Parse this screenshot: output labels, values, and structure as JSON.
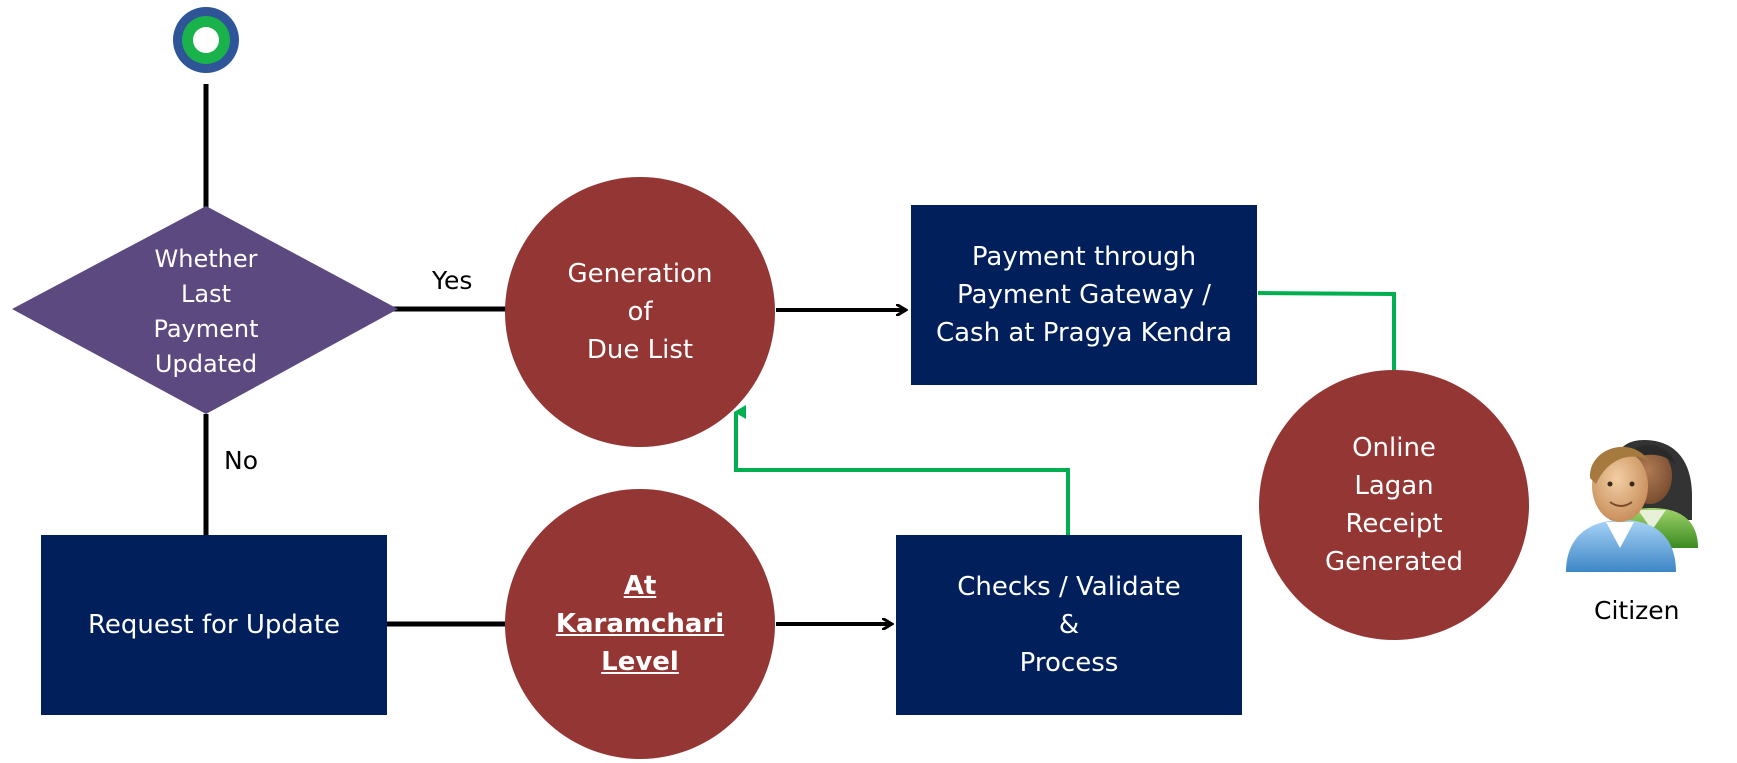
{
  "colors": {
    "decision": "#5c497f",
    "circle": "#943634",
    "box": "#001f5b",
    "connector": "#000000",
    "feedback": "#00b050",
    "start_outer": "#2e5597",
    "start_ring": "#19b24b"
  },
  "decision": {
    "label": "Whether\nLast\nPayment\nUpdated"
  },
  "edge_labels": {
    "yes": "Yes",
    "no": "No"
  },
  "nodes": {
    "generation_due_list": "Generation\nof\nDue List",
    "payment_gateway": "Payment through\nPayment Gateway /\nCash at Pragya Kendra",
    "request_update": "Request for Update",
    "karamchari_level": "At\nKaramchari\nLevel",
    "checks_validate": "Checks / Validate\n&\nProcess",
    "receipt_generated": "Online\nLagan\nReceipt\nGenerated"
  },
  "actor": {
    "icon": "users-icon",
    "label": "Citizen"
  }
}
